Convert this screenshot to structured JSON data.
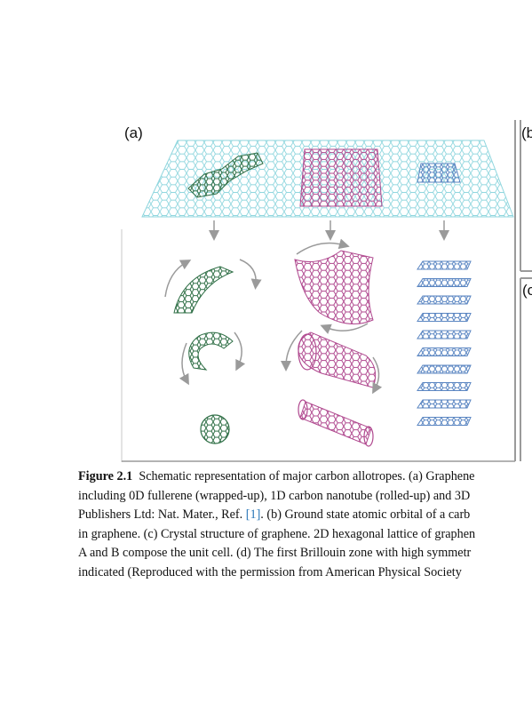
{
  "figure": {
    "panel_labels": {
      "a": "(a)",
      "b": "(b",
      "c": "(c"
    },
    "colors": {
      "sheet": "#8fd6de",
      "fullerene": "#2f6f46",
      "nanotube": "#b0498f",
      "graphite": "#5b86c2",
      "arrow": "#9a9a9a",
      "frame": "#9a9a9a"
    },
    "structures": [
      "graphene-sheet",
      "fullerene",
      "carbon-nanotube",
      "graphite"
    ]
  },
  "caption": {
    "figure_label": "Figure 2.1",
    "line1": "Schematic representation of major carbon allotropes. (a) Graphene",
    "line2": "including 0D fullerene (wrapped-up), 1D carbon nanotube (rolled-up) and 3D",
    "line3_pre": "Publishers Ltd: Nat. Mater., Ref. ",
    "line3_ref": "[1]",
    "line3_post": ". (b) Ground state atomic orbital of a carb",
    "line4": "in graphene. (c) Crystal structure of graphene. 2D hexagonal lattice of graphen",
    "line5": "A and B compose the unit cell. (d) The first Brillouin zone with high symmetr",
    "line6": "indicated (Reproduced with the permission from American Physical Society"
  }
}
